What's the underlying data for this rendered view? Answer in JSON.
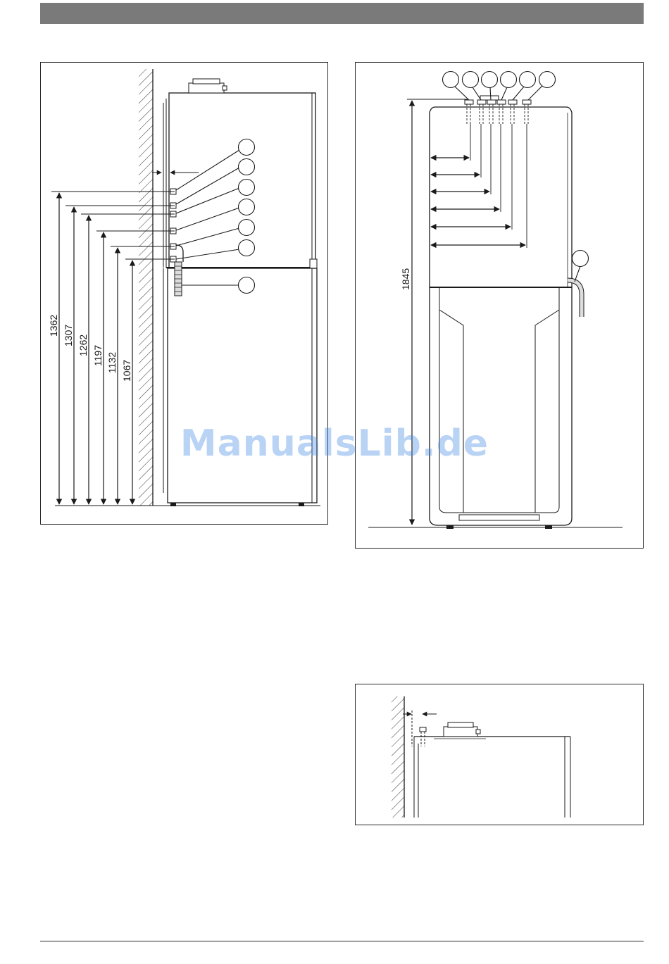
{
  "header": {
    "bar_color": "#7a7a7a"
  },
  "fig1": {
    "dimensions": [
      "1362",
      "1307",
      "1262",
      "1197",
      "1132",
      "1067"
    ],
    "callout_count": 7
  },
  "fig2": {
    "height_label": "1845",
    "callout_count": 7
  },
  "fig3": {
    "callout_count": 0
  },
  "watermark": {
    "text": "ManualsLib.de",
    "color": "#468ce6"
  }
}
